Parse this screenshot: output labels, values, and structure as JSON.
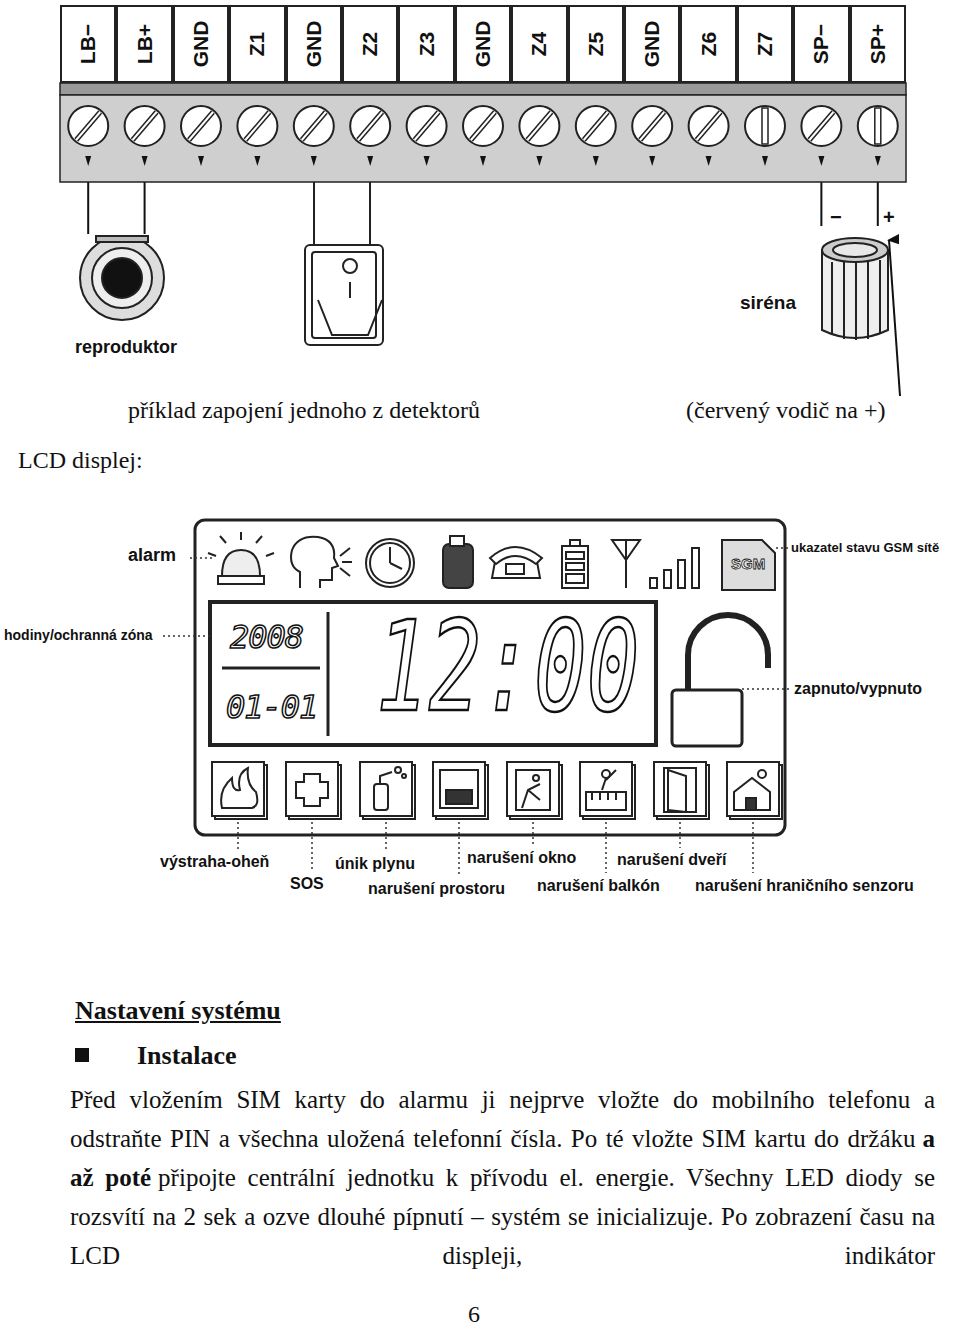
{
  "diagram": {
    "nodes": [
      {
        "text": [
          "LB−"
        ]
      },
      {
        "text": [
          "LB+"
        ]
      },
      {
        "text": [
          "GND"
        ]
      },
      {
        "text": [
          "Z1"
        ]
      },
      {
        "text": [
          "GND"
        ]
      },
      {
        "text": [
          "Z2"
        ]
      },
      {
        "text": [
          "Z3"
        ]
      },
      {
        "text": [
          "GND"
        ]
      },
      {
        "text": [
          "Z4"
        ]
      },
      {
        "text": [
          "Z5"
        ]
      },
      {
        "text": [
          "GND"
        ]
      },
      {
        "text": [
          "Z6"
        ]
      },
      {
        "text": [
          "Z7"
        ]
      },
      {
        "text": [
          "SP−"
        ]
      },
      {
        "text": [
          "SP+"
        ]
      },
      {
        "text": [
          "reproduktor"
        ]
      },
      {
        "text": [
          "siréna"
        ]
      }
    ],
    "edges": [
      {
        "from": 0,
        "to": 15,
        "arrow": "none"
      },
      {
        "from": 1,
        "to": 15,
        "arrow": "none"
      },
      {
        "from": 13,
        "to": 16,
        "arrow": "none"
      },
      {
        "from": 14,
        "to": 16,
        "arrow": "none"
      }
    ],
    "labels": [
      "příklad zapojení jednoho z detektorů",
      "(červený vodič na +)",
      "LCD displej:",
      "−",
      "+",
      "alarm",
      "ukazatel stavu GSM sítě",
      "SGM",
      "hodiny/ochranná zóna",
      "2008",
      "01-01",
      "12:00",
      "zapnuto/vypnuto",
      "výstraha-oheň",
      "SOS",
      "únik plynu",
      "narušení okno",
      "narušení dveří",
      "narušení prostoru",
      "narušení balkón",
      "narušení hraničního senzoru",
      "Nastavení systému",
      "Instalace",
      "Před vložením SIM karty do alarmu ji nejprve vložte do mobilního telefonu a odstraňte PIN a všechna uložená telefonní čísla. Po té vložte SIM kartu do držáku",
      "a až poté",
      "připojte centrální jednotku k přívodu el. energie. Všechny LED diody se rozsvítí na 2 sek a ozve dlouhé pípnutí – systém se inicializuje. Po zobrazení času na LCD displeji, indikátor",
      "6"
    ]
  }
}
